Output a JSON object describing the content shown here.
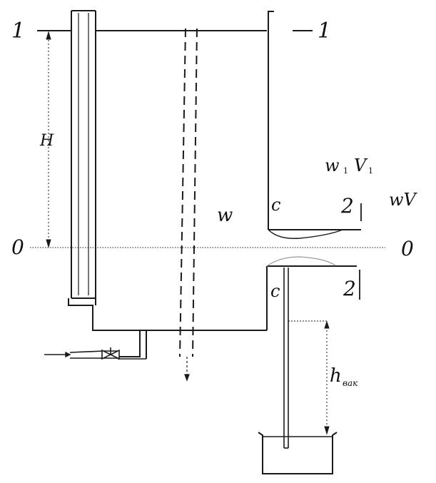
{
  "labels": {
    "section_1_left": "1",
    "section_1_right": "1",
    "section_0_left": "0",
    "section_0_right": "0",
    "height_H": "H",
    "w_center": "w",
    "w1_main": "w",
    "w1_sub": "1",
    "V1_main": "V",
    "V1_sub": "1",
    "wV": "wV",
    "c_upper": "c",
    "c_lower": "c",
    "section_2_upper": "2",
    "section_2_lower": "2",
    "h_vac_main": "h",
    "h_vac_sub": "вак"
  },
  "colors": {
    "line": "#1a1a1a",
    "label": "#111111",
    "faint": "#9a9a9a"
  }
}
